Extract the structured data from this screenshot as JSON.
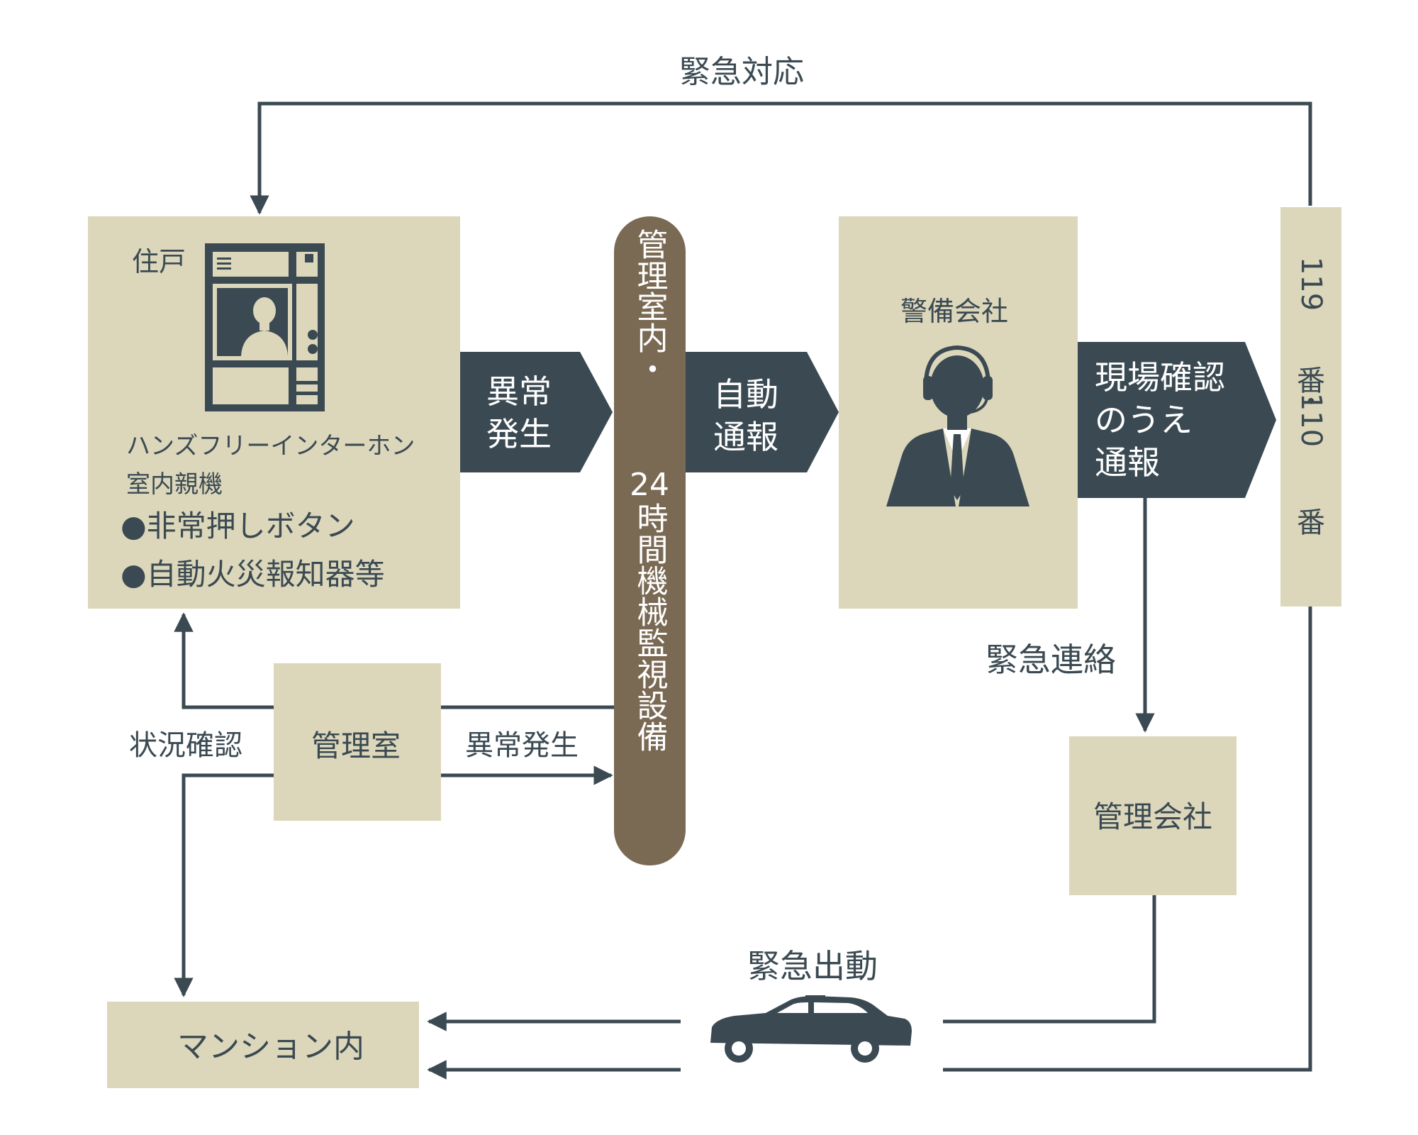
{
  "colors": {
    "box_fill": "#dcd7bb",
    "dark": "#3b4a52",
    "pillar": "#7a6a54",
    "white": "#ffffff"
  },
  "labels": {
    "top_emergency_response": "緊急対応",
    "residence": "住戸",
    "intercom_line1": "ハンズフリーインターホン",
    "intercom_line2": "室内親機",
    "bullet_emergency_button": "●非常押しボタン",
    "bullet_fire_alarm": "●自動火災報知器等",
    "arrow_anomaly_line1": "異常",
    "arrow_anomaly_line2": "発生",
    "pillar_text_top": "管理室内・",
    "pillar_number": "24",
    "pillar_text_bottom": "時間機械監視設備",
    "arrow_auto_line1": "自動",
    "arrow_auto_line2": "通報",
    "security_company": "警備会社",
    "arrow_confirm_line1": "現場確認",
    "arrow_confirm_line2": "のうえ",
    "arrow_confirm_line3": "通報",
    "emergency_numbers_part1": "119",
    "emergency_numbers_dot": "・",
    "emergency_numbers_part2": "110",
    "emergency_numbers_ban": "番",
    "emergency_contact": "緊急連絡",
    "status_check": "状況確認",
    "management_office": "管理室",
    "anomaly_occurrence": "異常発生",
    "management_company": "管理会社",
    "emergency_dispatch": "緊急出動",
    "mansion_interior": "マンション内"
  },
  "icons": {
    "intercom": "intercom-icon",
    "operator": "operator-headset-icon",
    "car": "security-car-icon"
  }
}
